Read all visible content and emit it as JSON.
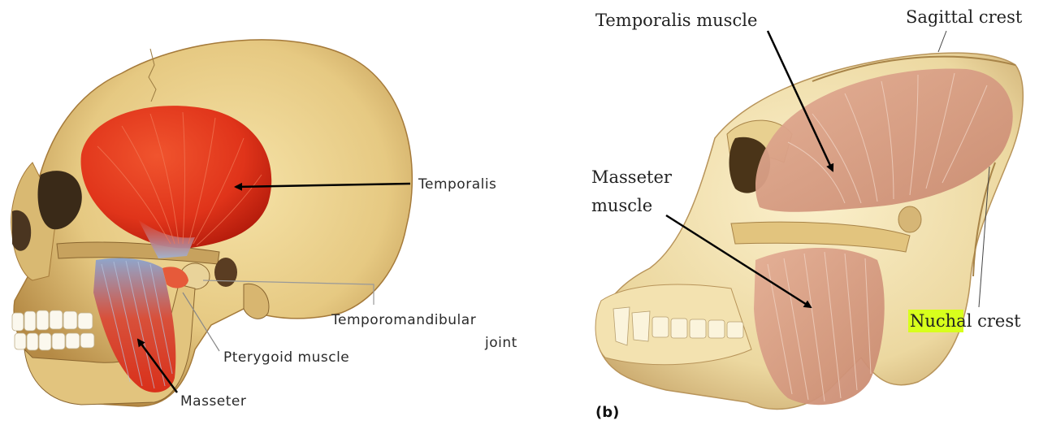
{
  "panel_a": {
    "labels": {
      "temporalis": "Temporalis",
      "tmj_line1": "Temporomandibular",
      "tmj_line2": "joint",
      "pterygoid": "Pterygoid muscle",
      "masseter": "Masseter"
    }
  },
  "panel_b": {
    "panel_letter": "(b)",
    "labels": {
      "temporalis_muscle": "Temporalis muscle",
      "sagittal_crest": "Sagittal crest",
      "masseter_line1": "Masseter",
      "masseter_line2": "muscle",
      "nuchal_highlight": "Nuchal",
      "nuchal_rest": " crest"
    }
  },
  "colors": {
    "bone": "#e8cf8a",
    "muscle_red": "#e23a1c",
    "muscle_tan": "#d9a088",
    "highlight": "#d8ff1c"
  }
}
